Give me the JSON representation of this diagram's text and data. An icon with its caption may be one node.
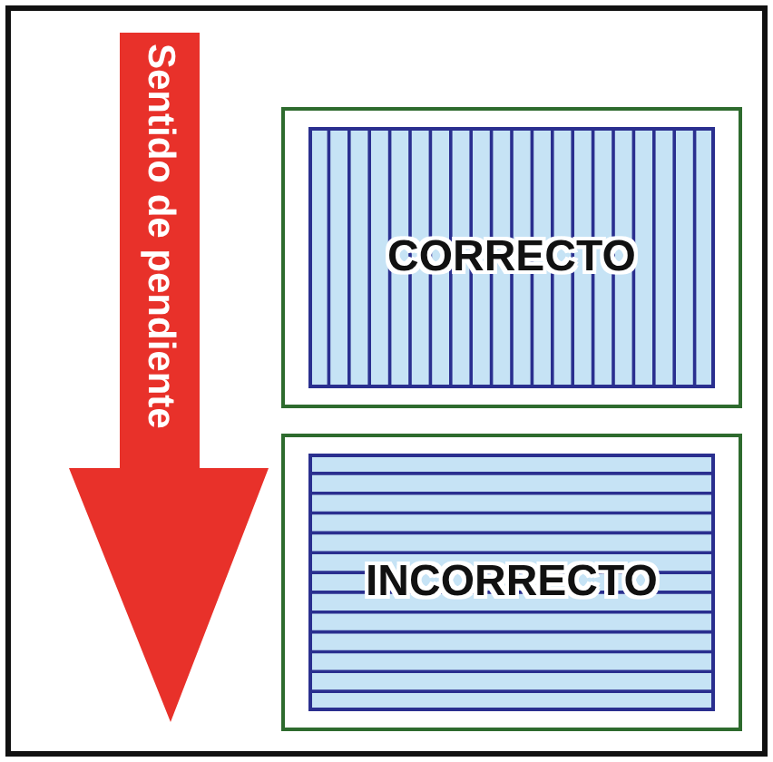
{
  "diagram": {
    "nodes": [
      {
        "text": [
          "Sentido de pendiente"
        ]
      },
      {
        "text": [
          "CORRECTO"
        ]
      },
      {
        "text": [
          "INCORRECTO"
        ]
      }
    ]
  }
}
